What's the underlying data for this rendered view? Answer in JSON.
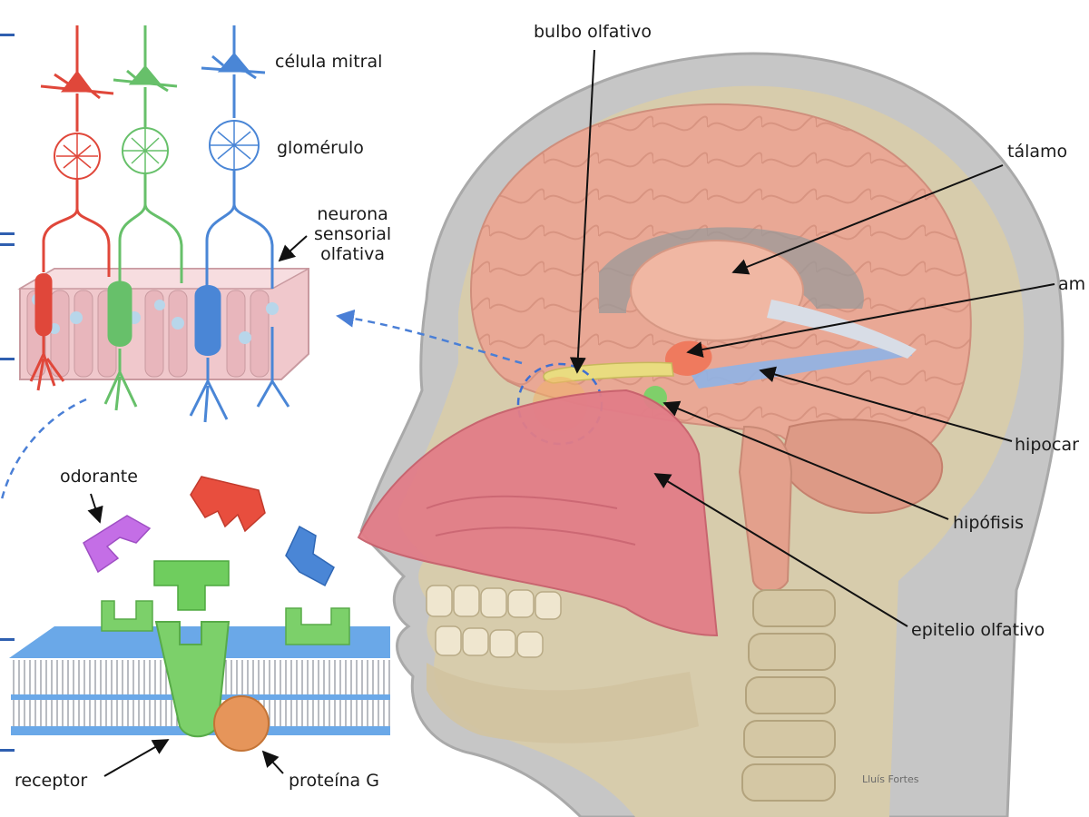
{
  "labels": {
    "mitral_cell": "célula mitral",
    "glomerulus": "glomérulo",
    "sensory_neuron": "neurona\nsensorial\nolfativa",
    "odorant": "odorante",
    "receptor": "receptor",
    "g_protein": "proteína G",
    "olfactory_bulb": "bulbo olfativo",
    "thalamus": "tálamo",
    "amygdala": "am",
    "hippocampus": "hipocar",
    "pituitary": "hipófisis",
    "olfactory_epithelium": "epitelio olfativo"
  },
  "signature": "Lluís Fortes",
  "colors": {
    "neuron_red": "#e0473a",
    "neuron_green": "#67c06a",
    "neuron_blue": "#4a86d6",
    "membrane_blue": "#6aa8e8",
    "brain_pink": "#e9a895",
    "nasal_pink": "#e07a86",
    "bulb_yellow": "#e6d77a",
    "skull_bone": "#d9ccaa",
    "head_skin": "#c9c9c9",
    "odorant_purple": "#c46ee6",
    "g_protein_orange": "#e6955a"
  }
}
